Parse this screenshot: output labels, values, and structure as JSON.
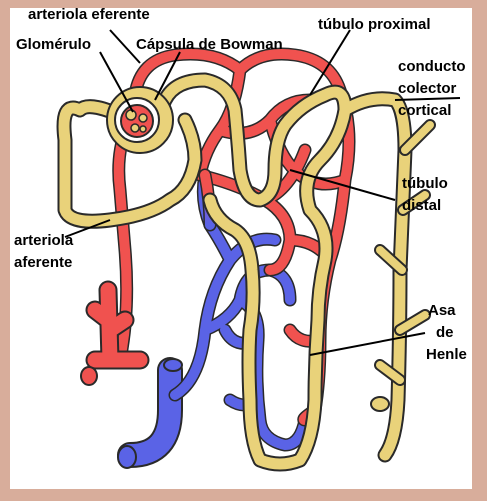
{
  "labels": {
    "efferent_arteriole": "arteriola eferente",
    "glomerulus": "Glomérulo",
    "bowman_capsule": "Cápsula de Bowman",
    "proximal_tubule": "túbulo proximal",
    "collecting_duct_line1": "conducto",
    "collecting_duct_line2": "colector",
    "collecting_duct_line3": "cortical",
    "distal_tubule_line1": "túbulo",
    "distal_tubule_line2": "distal",
    "afferent_arteriole_line1": "arteriola",
    "afferent_arteriole_line2": "aferente",
    "henle_line1": "Asa",
    "henle_line2": "de",
    "henle_line3": "Henle"
  },
  "colors": {
    "artery_red": "#f0524f",
    "vein_blue": "#5a63e6",
    "tubule_yellow": "#e9d27a",
    "outline": "#2a2a2a",
    "background": "#d8ad9b"
  }
}
